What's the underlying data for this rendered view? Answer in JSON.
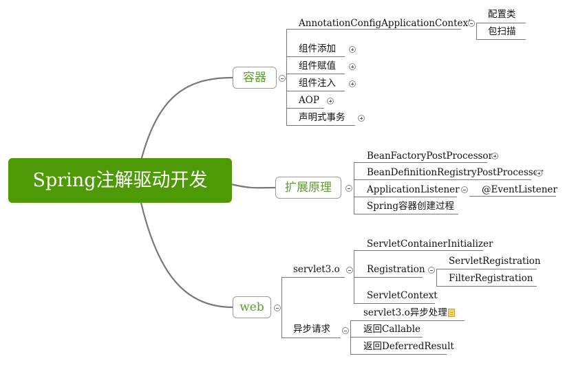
{
  "root": {
    "label": "Spring注解驱动开发"
  },
  "branches": {
    "container": {
      "label": "容器",
      "children": {
        "acac": {
          "label": "AnnotationConfigApplicationContext",
          "children": [
            "配置类",
            "包扫描"
          ]
        },
        "add": {
          "label": "组件添加"
        },
        "assign": {
          "label": "组件赋值"
        },
        "inject": {
          "label": "组件注入"
        },
        "aop": {
          "label": "AOP"
        },
        "tx": {
          "label": "声明式事务"
        }
      }
    },
    "extension": {
      "label": "扩展原理",
      "children": {
        "bfpp": {
          "label": "BeanFactoryPostProcessor"
        },
        "bdrpp": {
          "label": "BeanDefinitionRegistryPostProcessor"
        },
        "listener": {
          "label": "ApplicationListener",
          "child": "@EventListener"
        },
        "refresh": {
          "label": "Spring容器创建过程"
        }
      }
    },
    "web": {
      "label": "web",
      "servlet": {
        "label": "servlet3.o",
        "children": {
          "sci": {
            "label": "ServletContainerInitializer"
          },
          "registration": {
            "label": "Registration",
            "children": [
              "ServletRegistration",
              "FilterRegistration"
            ]
          },
          "context": {
            "label": "ServletContext"
          }
        }
      },
      "async": {
        "label": "异步请求",
        "children": [
          "servlet3.o异步处理",
          "返回Callable",
          "返回DeferredResult"
        ]
      }
    }
  }
}
